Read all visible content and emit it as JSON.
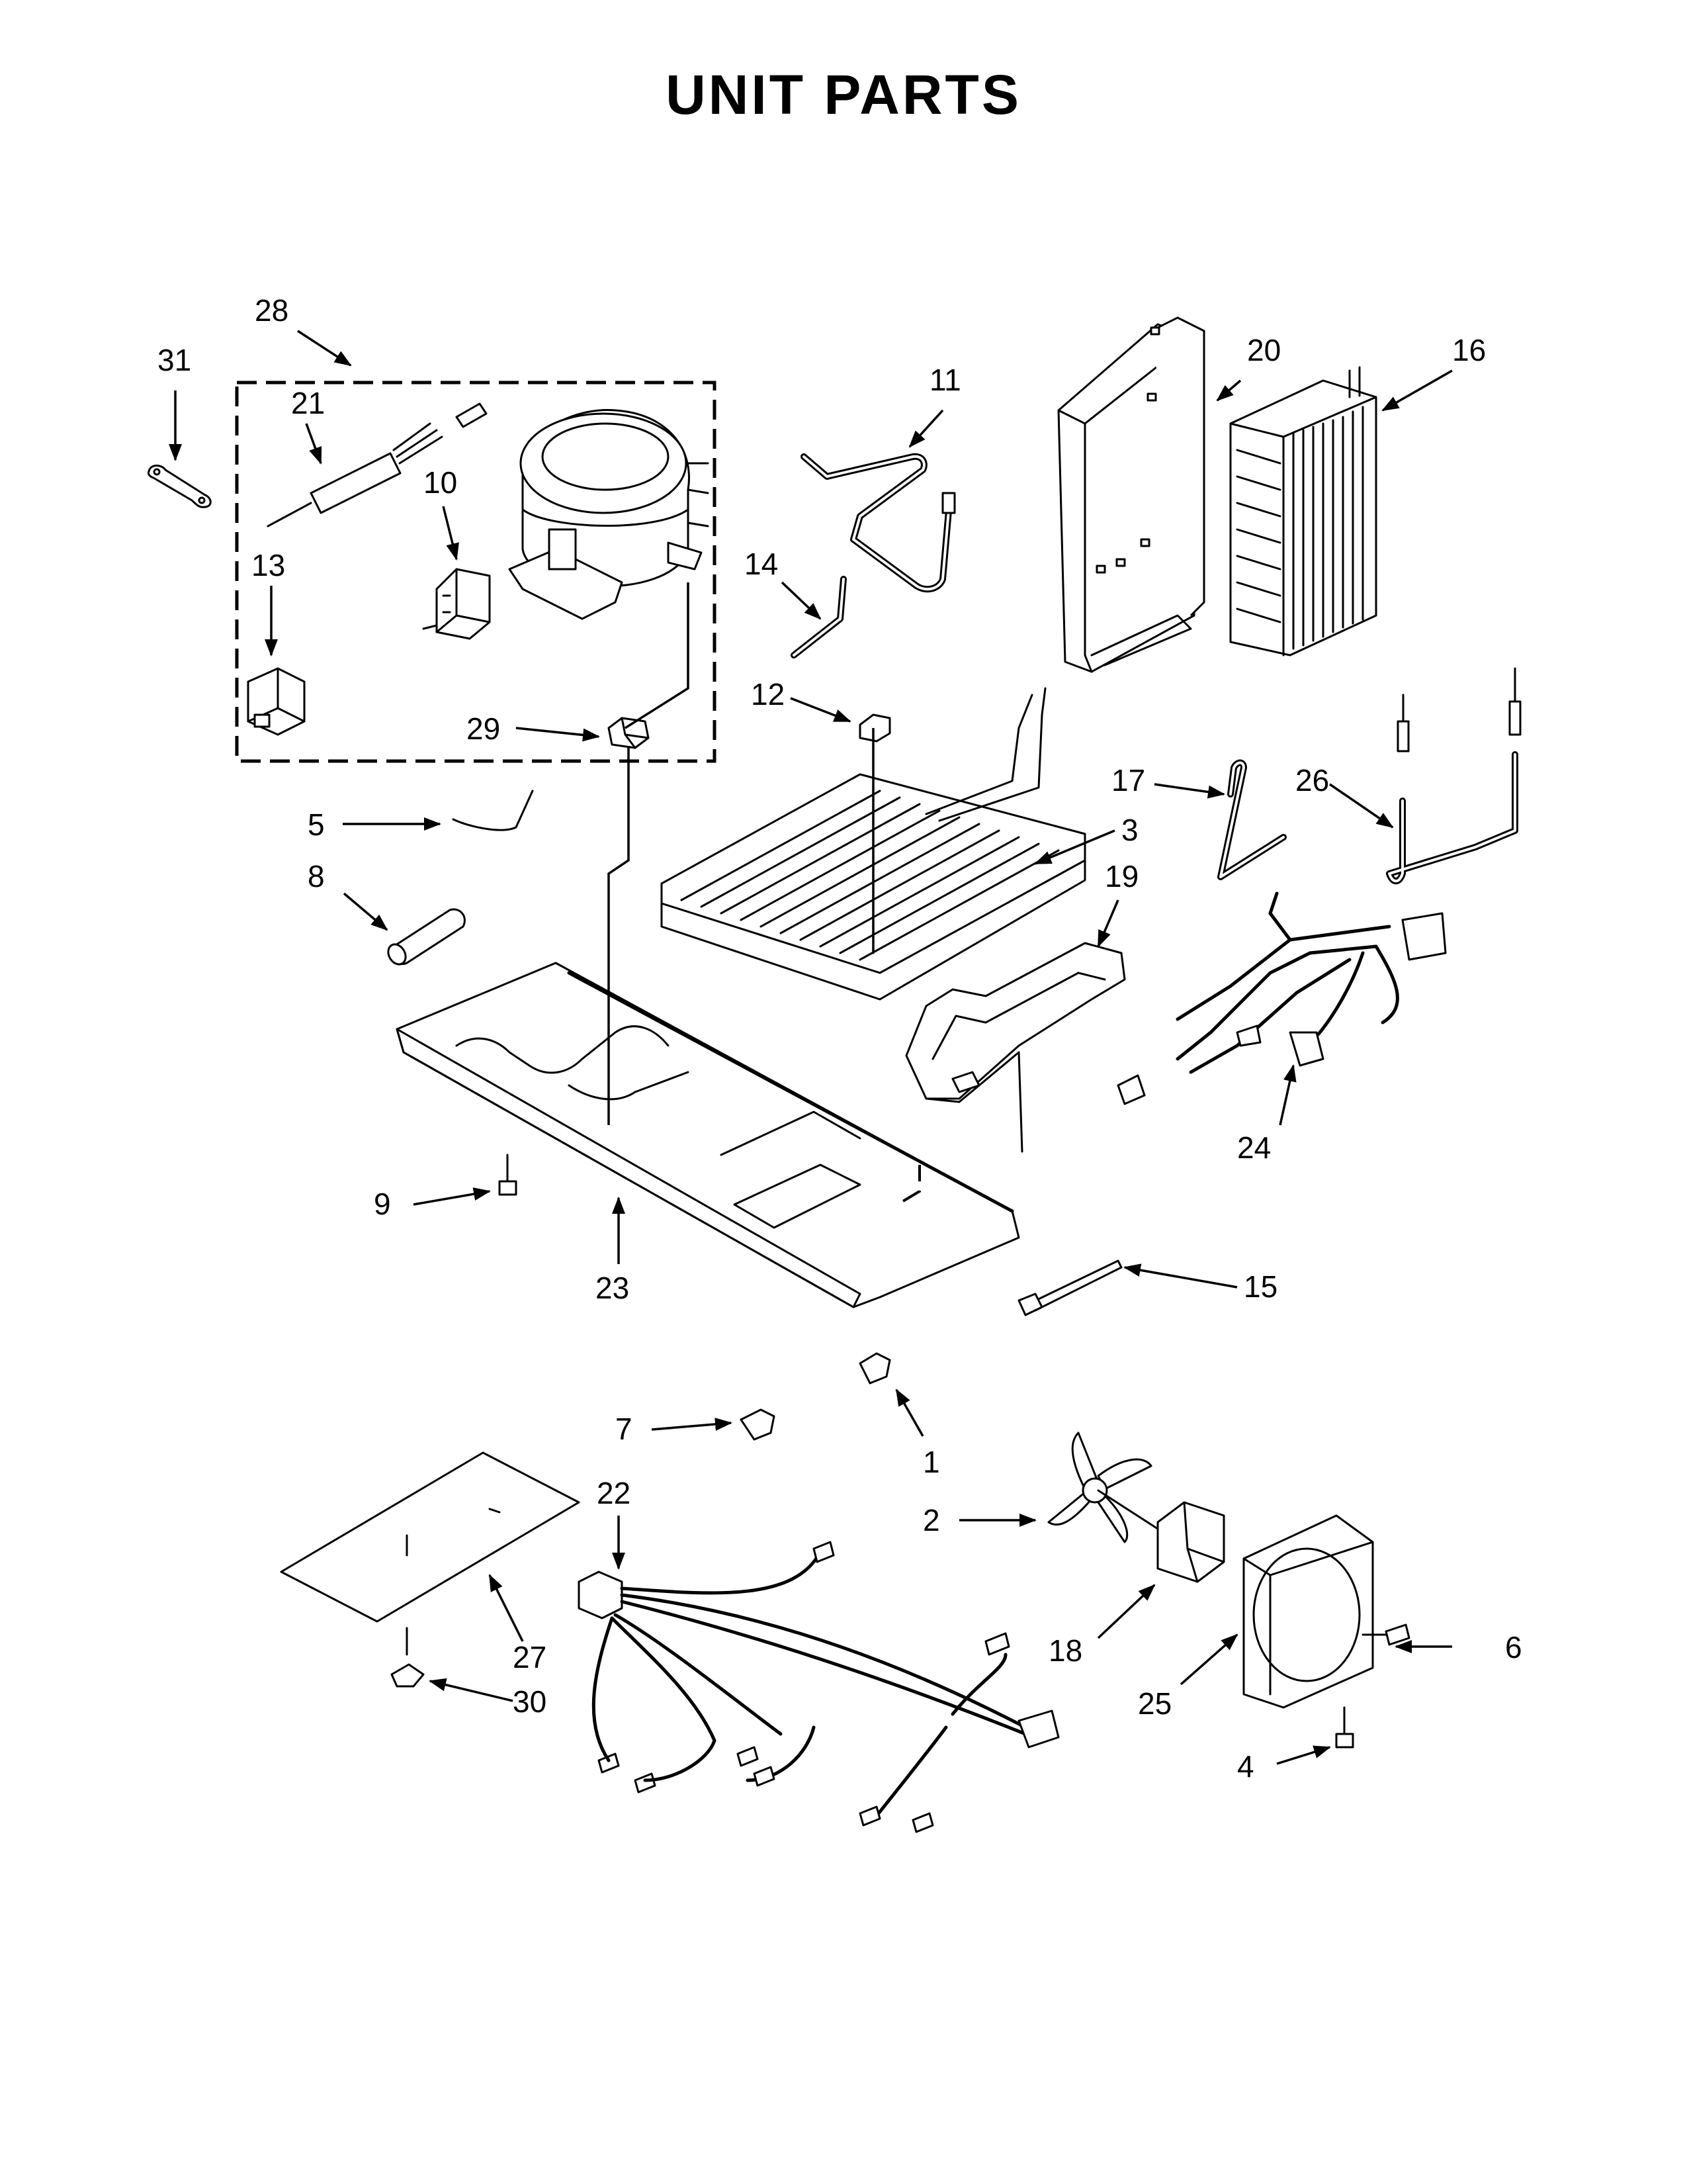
{
  "title": "UNIT PARTS",
  "callouts": [
    {
      "id": "1",
      "label": "1"
    },
    {
      "id": "2",
      "label": "2"
    },
    {
      "id": "3",
      "label": "3"
    },
    {
      "id": "4",
      "label": "4"
    },
    {
      "id": "5",
      "label": "5"
    },
    {
      "id": "6",
      "label": "6"
    },
    {
      "id": "7",
      "label": "7"
    },
    {
      "id": "8",
      "label": "8"
    },
    {
      "id": "9",
      "label": "9"
    },
    {
      "id": "10",
      "label": "10"
    },
    {
      "id": "11",
      "label": "11"
    },
    {
      "id": "12",
      "label": "12"
    },
    {
      "id": "13",
      "label": "13"
    },
    {
      "id": "14",
      "label": "14"
    },
    {
      "id": "15",
      "label": "15"
    },
    {
      "id": "16",
      "label": "16"
    },
    {
      "id": "17",
      "label": "17"
    },
    {
      "id": "18",
      "label": "18"
    },
    {
      "id": "19",
      "label": "19"
    },
    {
      "id": "20",
      "label": "20"
    },
    {
      "id": "21",
      "label": "21"
    },
    {
      "id": "22",
      "label": "22"
    },
    {
      "id": "23",
      "label": "23"
    },
    {
      "id": "24",
      "label": "24"
    },
    {
      "id": "25",
      "label": "25"
    },
    {
      "id": "26",
      "label": "26"
    },
    {
      "id": "27",
      "label": "27"
    },
    {
      "id": "28",
      "label": "28"
    },
    {
      "id": "29",
      "label": "29"
    },
    {
      "id": "30",
      "label": "30"
    },
    {
      "id": "31",
      "label": "31"
    }
  ]
}
